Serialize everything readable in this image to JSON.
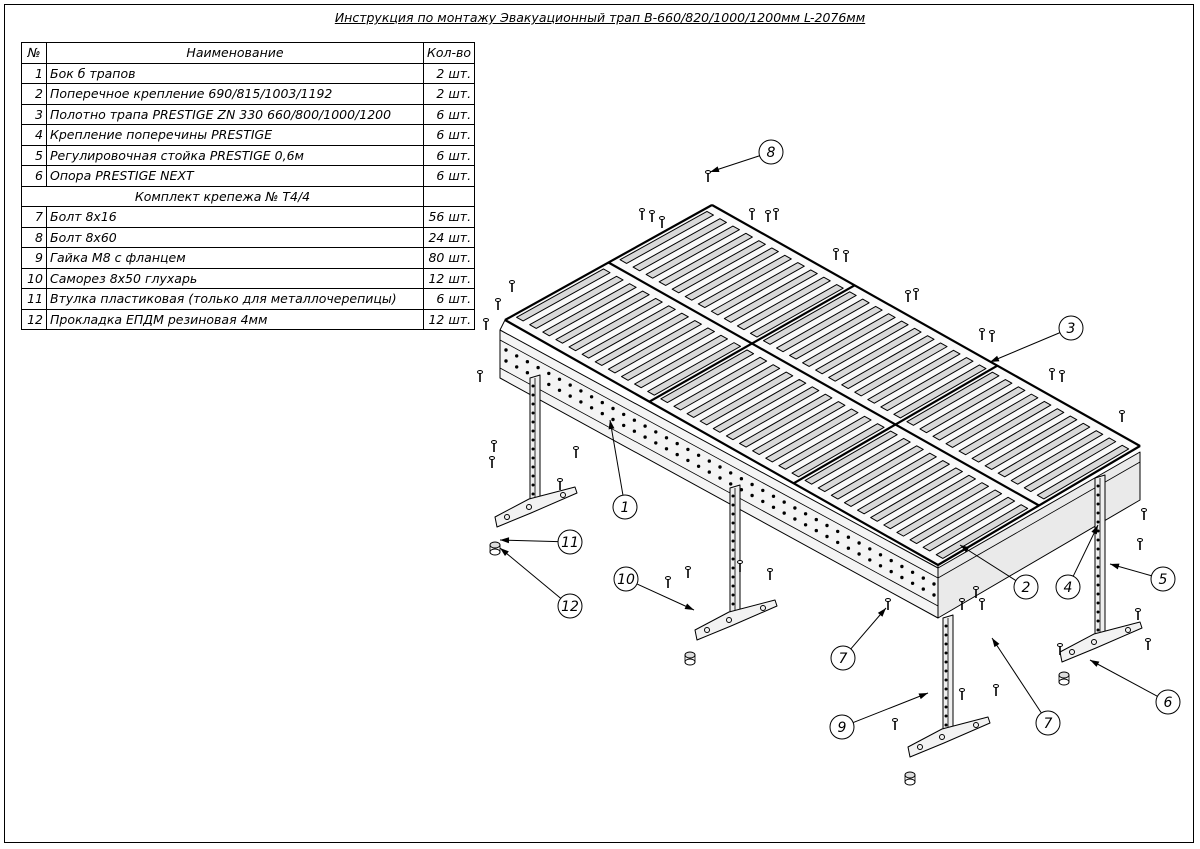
{
  "title": "Инструкция по монтажу Эвакуационный трап В-660/820/1000/1200мм L-2076мм",
  "table": {
    "headers": [
      "№",
      "Наименование",
      "Кол-во"
    ],
    "rows": [
      {
        "n": "1",
        "name": "Бок б трапов",
        "qty": "2 шт."
      },
      {
        "n": "2",
        "name": "Поперечное крепление 690/815/1003/1192",
        "qty": "2 шт."
      },
      {
        "n": "3",
        "name": "Полотно трапа PRESTIGE ZN 330 660/800/1000/1200",
        "qty": "6 шт."
      },
      {
        "n": "4",
        "name": "Крепление поперечины PRESTIGE",
        "qty": "6 шт."
      },
      {
        "n": "5",
        "name": "Регулировочная стойка PRESTIGE 0,6м",
        "qty": "6 шт."
      },
      {
        "n": "6",
        "name": "Опора PRESTIGE NEXT",
        "qty": "6 шт."
      }
    ],
    "group_label": "Комплект крепежа № Т4/4",
    "group_rows": [
      {
        "n": "7",
        "name": "Болт 8х16",
        "qty": "56 шт."
      },
      {
        "n": "8",
        "name": "Болт 8х60",
        "qty": "24 шт."
      },
      {
        "n": "9",
        "name": "Гайка М8 с фланцем",
        "qty": "80 шт."
      },
      {
        "n": "10",
        "name": "Саморез 8х50 глухарь",
        "qty": "12 шт."
      },
      {
        "n": "11",
        "name": "Втулка пластиковая (только для металлочерепицы)",
        "qty": "6 шт."
      },
      {
        "n": "12",
        "name": "Прокладка ЕПДМ резиновая 4мм",
        "qty": "12 шт."
      }
    ]
  },
  "callouts": [
    "8",
    "3",
    "1",
    "11",
    "12",
    "10",
    "7",
    "2",
    "4",
    "5",
    "6",
    "9",
    "7"
  ]
}
